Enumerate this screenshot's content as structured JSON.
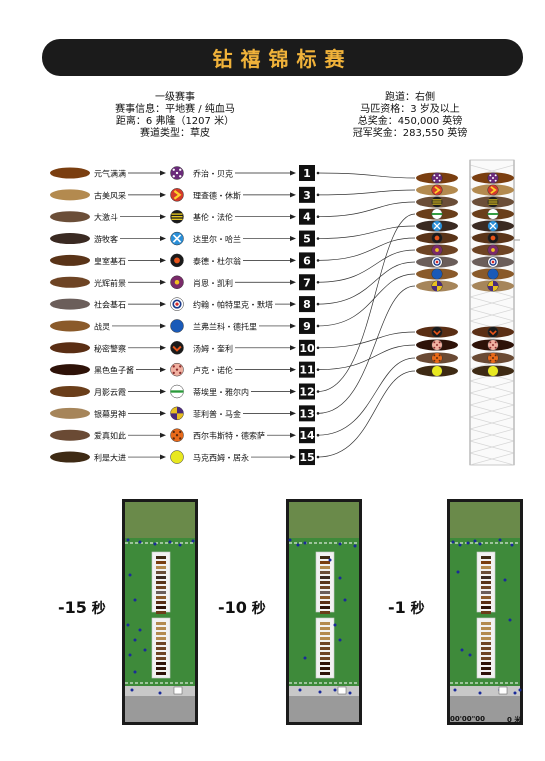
{
  "title": "钻禧锦标赛",
  "race_info_left": [
    "一级赛事",
    "赛事信息：平地赛 / 纯血马",
    "距离：6 弗隆（1207 米）",
    "赛道类型：草皮"
  ],
  "race_info_right": [
    "跑道：右側",
    "马匹资格：3 岁及以上",
    "总奖金：450,000 英镑",
    "冠军奖金：283,550 英镑"
  ],
  "runners": [
    {
      "horse": "元气满满",
      "jockey": "乔治・贝克",
      "gate": "1"
    },
    {
      "horse": "古美风采",
      "jockey": "理查德・休斯",
      "gate": "3"
    },
    {
      "horse": "大激斗",
      "jockey": "基伦・法伦",
      "gate": "4"
    },
    {
      "horse": "游牧客",
      "jockey": "达里尔・哈兰",
      "gate": "5"
    },
    {
      "horse": "皇室基石",
      "jockey": "泰德・杜尔翁",
      "gate": "6"
    },
    {
      "horse": "光辉前景",
      "jockey": "肖恩・凯利",
      "gate": "7"
    },
    {
      "horse": "社会基石",
      "jockey": "约翰・帕特里克・默塔",
      "gate": "8"
    },
    {
      "horse": "战灵",
      "jockey": "兰弗兰科・德托里",
      "gate": "9"
    },
    {
      "horse": "秘密警察",
      "jockey": "汤姆・奎利",
      "gate": "10"
    },
    {
      "horse": "黑色鱼子酱",
      "jockey": "卢克・诺伦",
      "gate": "11"
    },
    {
      "horse": "月影云霞",
      "jockey": "蒂埃里・雅尔内",
      "gate": "12"
    },
    {
      "horse": "银幕男神",
      "jockey": "菲利普・马金",
      "gate": "13"
    },
    {
      "horse": "爱真如此",
      "jockey": "西尔韦斯特・德索萨",
      "gate": "14"
    },
    {
      "horse": "利是大进",
      "jockey": "马克西姆・居永",
      "gate": "15"
    }
  ],
  "snapshots": [
    {
      "label_num": "-15",
      "label_unit": "秒"
    },
    {
      "label_num": "-10",
      "label_unit": "秒"
    },
    {
      "label_num": "-1",
      "label_unit": "秒"
    }
  ],
  "timer": "00'00\"00",
  "distance": "0 米",
  "colors": {
    "banner_bg": "#1b1b1b",
    "banner_text": "#f0b23a",
    "track_green": "#3e8a3a",
    "track_dark": "#2c6c2e",
    "ground_grey": "#9a9a9a"
  }
}
